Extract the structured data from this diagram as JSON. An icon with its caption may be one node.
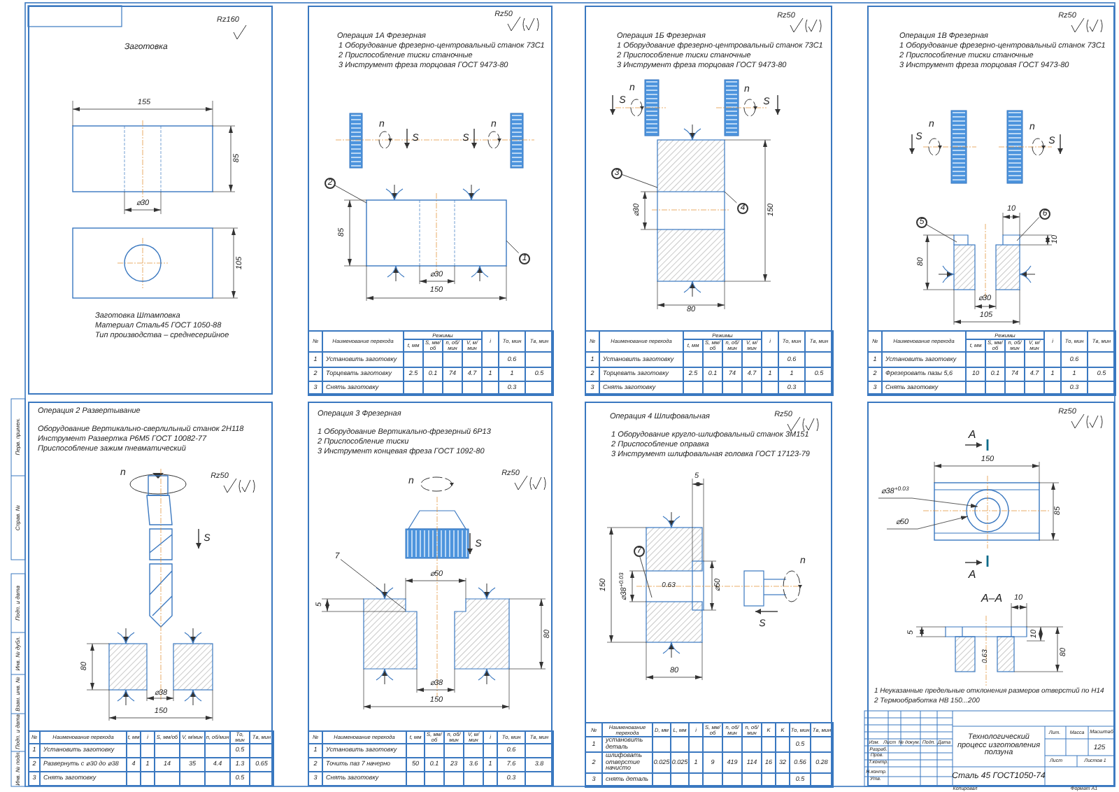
{
  "diagram": {
    "nodes": [
      {
        "text": [
          "Заготовка",
          "Заготовка Штамповка",
          "Материал Сталь45 ГОСТ 1050-88",
          "Тип производства – среднесерийное"
        ]
      },
      {
        "text": [
          "Операция 1А Фрезерная",
          "1 Оборудование фрезерно-центровальный станок 73С1",
          "2 Приспособление тиски станочные",
          "3 Инструмент фреза торцовая ГОСТ 9473-80"
        ]
      },
      {
        "text": [
          "Операция 1Б Фрезерная",
          "1 Оборудование фрезерно-центровальный станок 73С1",
          "2 Приспособление тиски станочные",
          "3 Инструмент фреза торцовая ГОСТ 9473-80"
        ]
      },
      {
        "text": [
          "Операция 1В Фрезерная",
          "1 Оборудование фрезерно-центровальный станок 73С1",
          "2 Приспособление тиски станочные",
          "3 Инструмент фреза торцовая ГОСТ 9473-80"
        ]
      },
      {
        "text": [
          "Операция 2 Развертывание",
          "Оборудование Вертикально-сверлильный станок 2Н118",
          "Инструмент Развертка Р6М5 ГОСТ 10082-77",
          "Приспособление зажим пневматический"
        ]
      },
      {
        "text": [
          "Операция 3 Фрезерная",
          "1 Оборудование Вертикально-фрезерный 6Р13",
          "2 Приспособление тиски",
          "3 Инструмент концевая фреза ГОСТ 1092-80"
        ]
      },
      {
        "text": [
          "Операция 4 Шлифовальная",
          "1 Оборудование кругло-шлифовальный станок 3М151",
          "2 Приспособление оправка",
          "3 Инструмент шлифовальная головка ГОСТ 17123-79"
        ]
      },
      {
        "text": [
          "1 Неуказанные предельные отклонения размеров отверстий по Н14",
          "2 Термообработка НВ 150...200"
        ]
      },
      {
        "text": [
          "2"
        ],
        "in": 1
      },
      {
        "text": [
          "1"
        ],
        "in": 1
      },
      {
        "text": [
          "3"
        ],
        "in": 2
      },
      {
        "text": [
          "4"
        ],
        "in": 2
      },
      {
        "text": [
          "5"
        ],
        "in": 3
      },
      {
        "text": [
          "6"
        ],
        "in": 3
      },
      {
        "text": [
          "7"
        ],
        "in": 5
      },
      {
        "text": [
          "7"
        ],
        "in": 6
      }
    ],
    "edges": [
      {
        "from": 8,
        "to": null,
        "arrow": "none"
      },
      {
        "from": 9,
        "to": null,
        "arrow": "none"
      },
      {
        "from": 10,
        "to": null,
        "arrow": "none"
      },
      {
        "from": 11,
        "to": null,
        "arrow": "none"
      },
      {
        "from": 12,
        "to": null,
        "arrow": "none"
      },
      {
        "from": 13,
        "to": null,
        "arrow": "none"
      },
      {
        "from": 14,
        "to": null,
        "arrow": "none"
      },
      {
        "from": 15,
        "to": null,
        "arrow": "none"
      }
    ],
    "labels": [
      "Rz160",
      "155",
      "85",
      "⌀30",
      "105",
      "Rz50",
      "n",
      "S",
      "S",
      "n",
      "85",
      "⌀30",
      "150",
      "№",
      "Наименование перехода",
      "Режимы",
      "i",
      "Tо, мин",
      "Tв, мин",
      "t, мм",
      "S, мм/об",
      "n, об/мин",
      "V, м/мин",
      "1",
      "Установить заготовку",
      "0.6",
      "2",
      "Торцевать заготовку",
      "2.5",
      "0.1",
      "74",
      "4.7",
      "1",
      "1",
      "0.5",
      "3",
      "Снять заготовку",
      "0.3",
      "Rz50",
      "S",
      "n",
      "n",
      "S",
      "⌀30",
      "150",
      "80",
      "№",
      "Наименование перехода",
      "Режимы",
      "i",
      "Tо, мин",
      "Tв, мин",
      "t, мм",
      "S, мм/об",
      "n, об/мин",
      "V, м/мин",
      "1",
      "Установить заготовку",
      "0.6",
      "2",
      "Торцевать заготовку",
      "2.5",
      "0.1",
      "74",
      "4.7",
      "1",
      "1",
      "0.5",
      "3",
      "Снять заготовку",
      "0.3",
      "Rz50",
      "S",
      "n",
      "n",
      "S",
      "10",
      "80",
      "10",
      "⌀30",
      "105",
      "№",
      "Наименование перехода",
      "Режимы",
      "i",
      "Tо, мин",
      "Tв, мин",
      "t, мм",
      "S, мм/об",
      "n, об/мин",
      "V, м/мин",
      "1",
      "Установить заготовку",
      "0.6",
      "2",
      "Фрезеровать пазы 5,6",
      "10",
      "0.1",
      "74",
      "4.7",
      "1",
      "1",
      "0.5",
      "3",
      "Снять заготовку",
      "0.3",
      "Перв. примен.",
      "Справ. №",
      "Подп. и дата",
      "Инв. № дубл.",
      "Взам. инв. №",
      "Подп. и дата",
      "Инв. № подл.",
      "Rz50",
      "n",
      "S",
      "80",
      "⌀38",
      "150",
      "№",
      "Наименование перехода",
      "t, мм",
      "i",
      "S, мм/об",
      "V, м/мин",
      "n, об/мин",
      "Tо, мин",
      "Tв, мин",
      "1",
      "Установить заготовку",
      "0.5",
      "2",
      "Развернуть с ⌀30 до ⌀38",
      "4",
      "1",
      "14",
      "35",
      "4.4",
      "1.3",
      "0.65",
      "3",
      "Снять заготовку",
      "0.5",
      "Rz50",
      "n",
      "S",
      "⌀50",
      "5",
      "80",
      "⌀38",
      "150",
      "№",
      "Наименование перехода",
      "t, мм",
      "S, мм/об",
      "n, об/мин",
      "V, м/мин",
      "i",
      "Tо, мин",
      "Tв, мин",
      "1",
      "Установить заготовку",
      "0.6",
      "2",
      "Точить паз 7 начерно",
      "50",
      "0.1",
      "23",
      "3.6",
      "1",
      "7.6",
      "3.8",
      "3",
      "Снять заготовку",
      "0.3",
      "Rz50",
      "5",
      "150",
      "⌀38$^{+0.03}$",
      "0.63",
      "⌀50",
      "n",
      "S",
      "80",
      "№",
      "Наименование перехода",
      "D, мм",
      "L, мм",
      "i",
      "S, мм/об",
      "n, об/мин",
      "n, об/мин",
      "K",
      "K",
      "Tо, мин",
      "Tв, мин",
      "1",
      "установить деталь",
      "0.5",
      "2",
      "шлифовать отверстие начисто",
      "0.025",
      "0.025",
      "1",
      "9",
      "419",
      "114",
      "16",
      "32",
      "0.56",
      "0.28",
      "3",
      "снять деталь",
      "0.5",
      "Rz50",
      "A",
      "150",
      "⌀38$^{+0.03}$",
      "⌀50",
      "85",
      "A",
      "A–A",
      "10",
      "5",
      "10",
      "80",
      "0.63",
      "Изм.",
      "Лист",
      "№ докум.",
      "Подп.",
      "Дата",
      "Разраб.",
      "Пров.",
      "Т.контр.",
      "Н.контр.",
      "Утв.",
      "Технологический процесс изготовления ползуна",
      "Лит.",
      "Масса",
      "Масштаб",
      "125",
      "Сталь 45 ГОСТ1050-74",
      "Лист",
      "Листов 1",
      "Копировал",
      "Формат А1"
    ]
  }
}
